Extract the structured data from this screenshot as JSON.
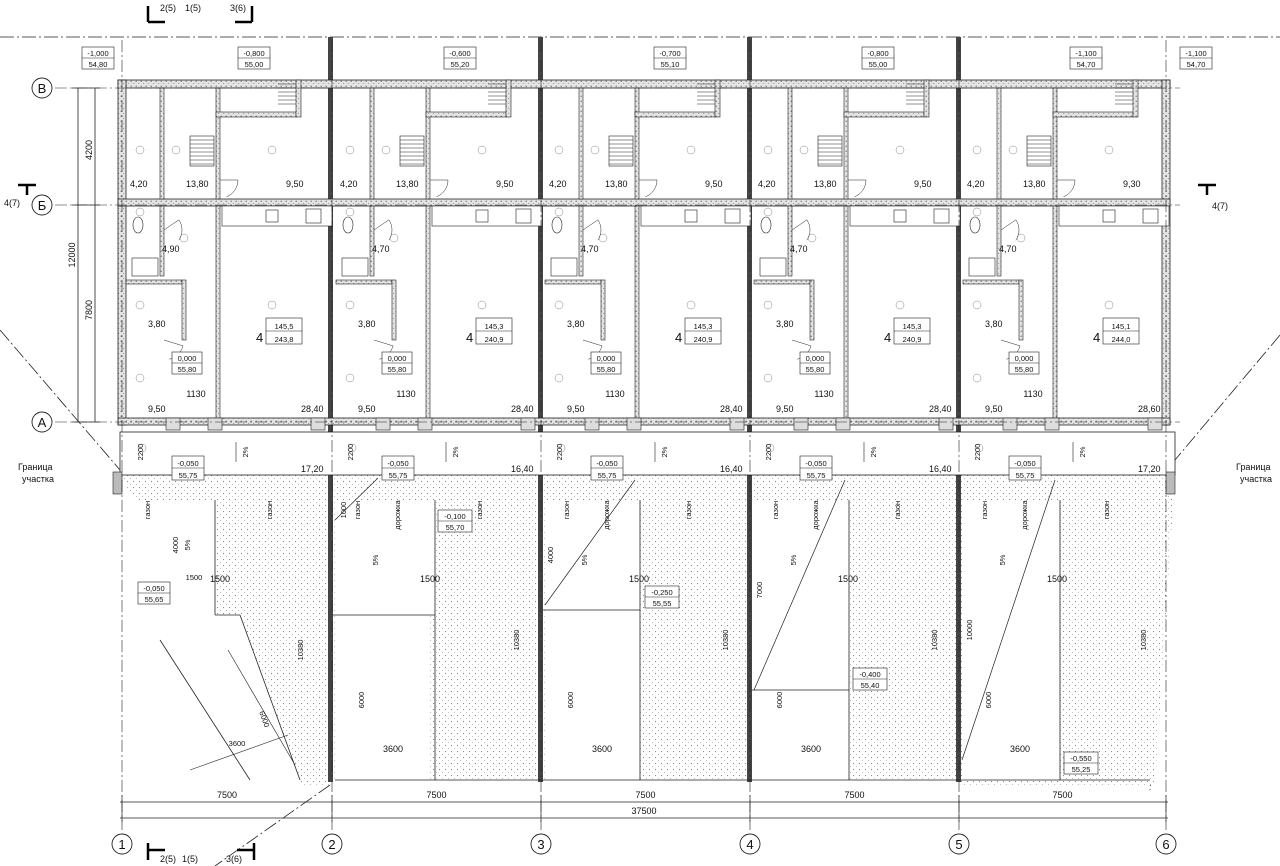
{
  "axes": {
    "columns": [
      "1",
      "2",
      "3",
      "4",
      "5",
      "6"
    ],
    "rows": [
      "В",
      "Б",
      "А"
    ]
  },
  "section_marks": {
    "top": [
      "2(5)",
      "1(5)",
      "3(6)"
    ],
    "bottom": [
      "2(5)",
      "1(5)",
      "3(6)"
    ],
    "left": "4(7)",
    "right": "4(7)"
  },
  "plot_boundary_label": [
    "Граница",
    "участка"
  ],
  "dimensions": {
    "bay": "7500",
    "total": "37500",
    "v_4200": "4200",
    "v_7800": "7800",
    "v_12000": "12000",
    "porch_depth": "2200",
    "opening": "1130",
    "path_width": "1500",
    "yard_width": "3600",
    "yard_depth": "6000",
    "yard_length": "10380"
  },
  "top_level_marks": [
    {
      "top": "-1,000",
      "bottom": "54,80"
    },
    {
      "top": "-0,800",
      "bottom": "55,00"
    },
    {
      "top": "-0,600",
      "bottom": "55,20"
    },
    {
      "top": "-0,700",
      "bottom": "55,10"
    },
    {
      "top": "-0,800",
      "bottom": "55,00"
    },
    {
      "top": "-1,100",
      "bottom": "54,70"
    },
    {
      "top": "-1,100",
      "bottom": "54,70"
    }
  ],
  "units": [
    {
      "areas_top": [
        "4,20",
        "13,80",
        "9,50"
      ],
      "bath": "4,90",
      "storage": "3,80",
      "rooms": "4",
      "area_total": "145,5",
      "area_gross": "243,8",
      "floor_top": "0,000",
      "floor_bottom": "55,80",
      "hall": "9,50",
      "living": "28,40",
      "porch_area": "17,20",
      "porch_top": "-0,050",
      "porch_bottom": "55,75"
    },
    {
      "areas_top": [
        "4,20",
        "13,80",
        "9,50"
      ],
      "bath": "4,70",
      "storage": "3,80",
      "rooms": "4",
      "area_total": "145,3",
      "area_gross": "240,9",
      "floor_top": "0,000",
      "floor_bottom": "55,80",
      "hall": "9,50",
      "living": "28,40",
      "porch_area": "16,40",
      "porch_top": "-0,050",
      "porch_bottom": "55,75"
    },
    {
      "areas_top": [
        "4,20",
        "13,80",
        "9,50"
      ],
      "bath": "4,70",
      "storage": "3,80",
      "rooms": "4",
      "area_total": "145,3",
      "area_gross": "240,9",
      "floor_top": "0,000",
      "floor_bottom": "55,80",
      "hall": "9,50",
      "living": "28,40",
      "porch_area": "16,40",
      "porch_top": "-0,050",
      "porch_bottom": "55,75"
    },
    {
      "areas_top": [
        "4,20",
        "13,80",
        "9,50"
      ],
      "bath": "4,70",
      "storage": "3,80",
      "rooms": "4",
      "area_total": "145,3",
      "area_gross": "240,9",
      "floor_top": "0,000",
      "floor_bottom": "55,80",
      "hall": "9,50",
      "living": "28,40",
      "porch_area": "16,40",
      "porch_top": "-0,050",
      "porch_bottom": "55,75"
    },
    {
      "areas_top": [
        "4,20",
        "13,80",
        "9,30"
      ],
      "bath": "4,70",
      "storage": "3,80",
      "rooms": "4",
      "area_total": "145,1",
      "area_gross": "244,0",
      "floor_top": "0,000",
      "floor_bottom": "55,80",
      "hall": "9,50",
      "living": "28,60",
      "porch_area": "17,20",
      "porch_top": "-0,050",
      "porch_bottom": "55,75"
    }
  ],
  "slope": "2%",
  "path_slope": "5%",
  "labels": {
    "lawn": "газон",
    "driveway": "дорожка"
  },
  "yard_marks": [
    {
      "top": "-0,050",
      "bottom": "55,65"
    },
    {
      "top": "-0,100",
      "bottom": "55,70"
    },
    {
      "top": "-0,250",
      "bottom": "55,55"
    },
    {
      "top": "-0,400",
      "bottom": "55,40"
    },
    {
      "top": "-0,550",
      "bottom": "55,25"
    }
  ],
  "yard_dims": {
    "u1_driveway_depth": "4000",
    "u1_diag_length": "6000",
    "u2_driveway_depth": "1000",
    "u3_driveway_depth": "4000",
    "u4_driveway_depth": "7000",
    "u5_driveway_depth": "10000"
  }
}
